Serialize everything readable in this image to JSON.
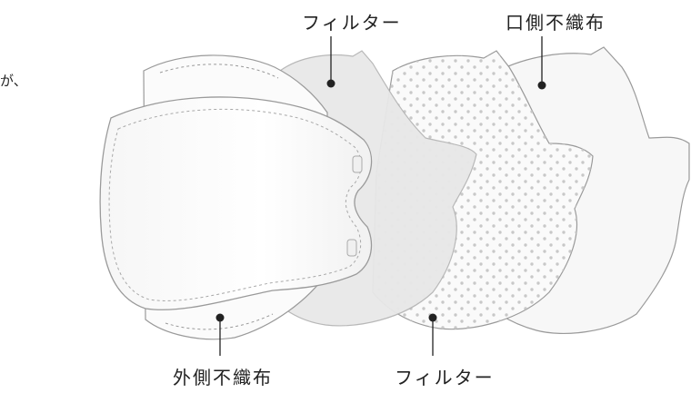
{
  "side_text": "が、",
  "layers": {
    "outer_nonwoven": {
      "label": "外側不織布"
    },
    "filter_top": {
      "label": "フィルター"
    },
    "filter_bottom": {
      "label": "フィルター"
    },
    "mouth_nonwoven": {
      "label": "口側不織布"
    }
  },
  "colors": {
    "line": "#222222",
    "mask_stroke": "#9a9a9a",
    "mouth_layer_fill": "#f7f7f7",
    "dot_layer_fill": "#fafafa",
    "dot_color": "#c8c8c8",
    "filter_layer_fill": "#e8e8e8"
  }
}
